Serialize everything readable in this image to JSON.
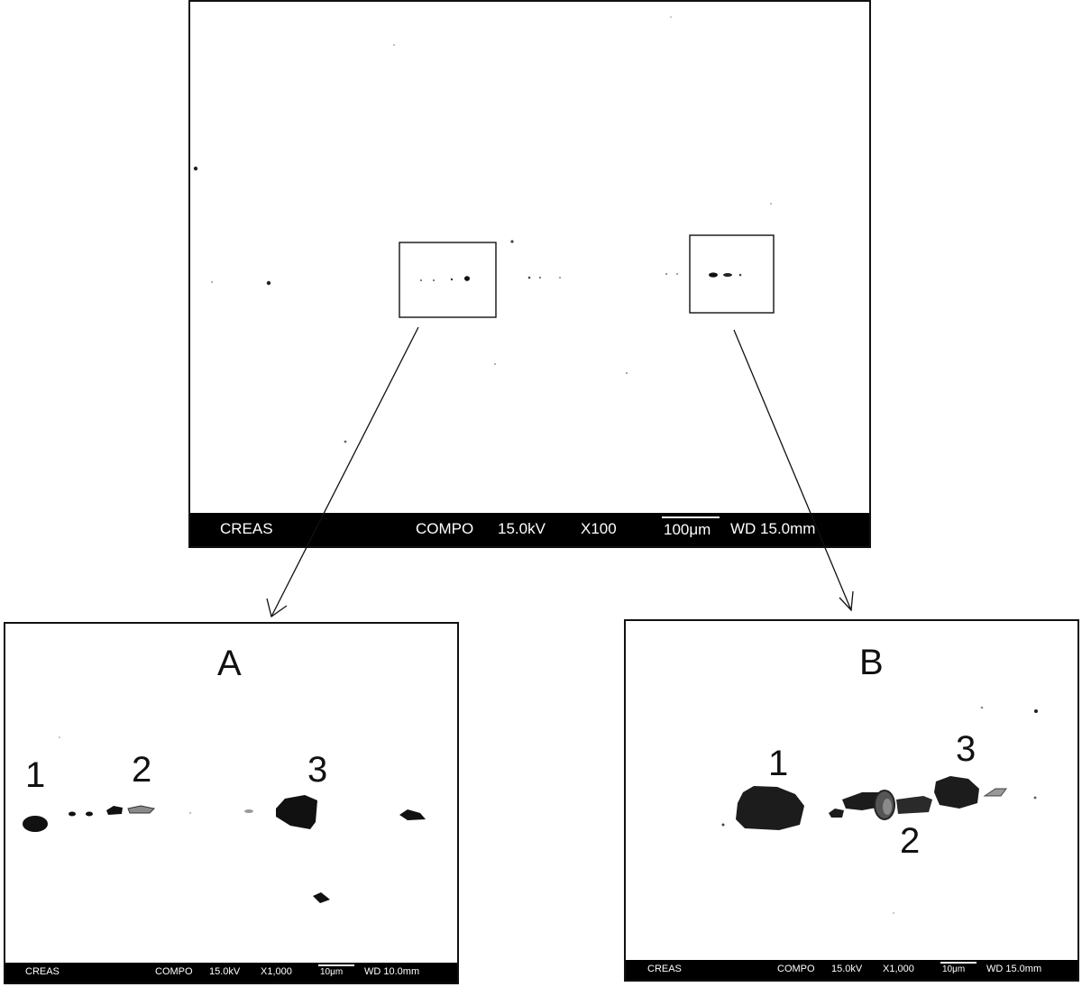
{
  "main": {
    "bar": {
      "operator": "CREAS",
      "mode": "COMPO",
      "voltage": "15.0kV",
      "magnification": "X100",
      "scale": "100μm",
      "wd": "WD 15.0mm"
    }
  },
  "panel_a": {
    "label": "A",
    "markers": [
      "1",
      "2",
      "3"
    ],
    "bar": {
      "operator": "CREAS",
      "mode": "COMPO",
      "voltage": "15.0kV",
      "magnification": "X1,000",
      "scale": "10μm",
      "wd": "WD 10.0mm"
    }
  },
  "panel_b": {
    "label": "B",
    "markers": [
      "1",
      "2",
      "3"
    ],
    "bar": {
      "operator": "CREAS",
      "mode": "COMPO",
      "voltage": "15.0kV",
      "magnification": "X1,000",
      "scale": "10μm",
      "wd": "WD 15.0mm"
    }
  },
  "colors": {
    "frame": "#111111",
    "bar": "#000000",
    "bar_text": "#ffffff",
    "inclusion": "#111111",
    "inclusion_grey": "#8a8a8a"
  }
}
